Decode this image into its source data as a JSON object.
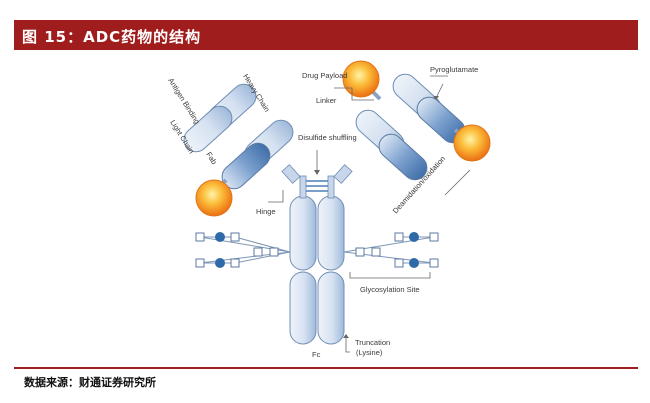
{
  "header": {
    "title": "图 15：ADC药物的结构"
  },
  "footer": {
    "source": "数据来源：财通证券研究所"
  },
  "labels": {
    "antigen_binding": "Antigen Binding",
    "heavy_chain": "Heavy Chain",
    "light_chain": "Light Chain",
    "fab": "Fab",
    "drug_payload": "Drug Payload",
    "linker": "Linker",
    "pyroglutamate": "Pyroglutamate",
    "disulfide_shuffling": "Disulfide shuffling",
    "deamidation_oxidation": "Deamidation/oxidation",
    "hinge": "Hinge",
    "glycosylation_site": "Glycosylation Site",
    "truncation": "Truncation",
    "lysine": "(Lysine)",
    "fc": "Fc"
  },
  "colors": {
    "header_bg": "#a01d1d",
    "chain_fill": "#dfe8f4",
    "chain_shade": "#4f7fb8",
    "chain_stroke": "#5b7aa3",
    "payload_fill": "#f29a1c",
    "payload_core": "#fbd66e",
    "glycan_circle": "#2f6aa8",
    "glycan_square": "#ffffff"
  }
}
